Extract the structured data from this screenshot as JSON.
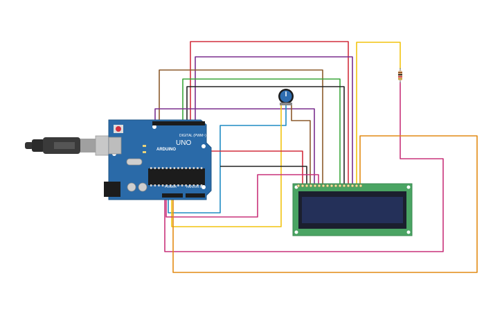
{
  "board": {
    "brand_label": "ARDUINO",
    "model_label": "UNO",
    "digital_label": "DIGITAL (PWM~)",
    "power_label": "POWER",
    "analog_label": "ANALOG IN",
    "color": "#2a6aa8"
  },
  "lcd": {
    "screen_color": "#243059",
    "pcb_color": "#4aa463"
  },
  "potentiometer": {
    "knob_color": "#2e6db0"
  },
  "resistor": {
    "color": "#d8b38a"
  },
  "wire_colors": {
    "red": "#d22e3d",
    "purple": "#7a2e8e",
    "brown": "#8b5a2b",
    "green": "#3aa63a",
    "black": "#222222",
    "blue": "#1e8bc3",
    "yellow": "#f2c30f",
    "orange": "#e28a13",
    "magenta": "#c8327a",
    "gray": "#8a8a8a"
  }
}
